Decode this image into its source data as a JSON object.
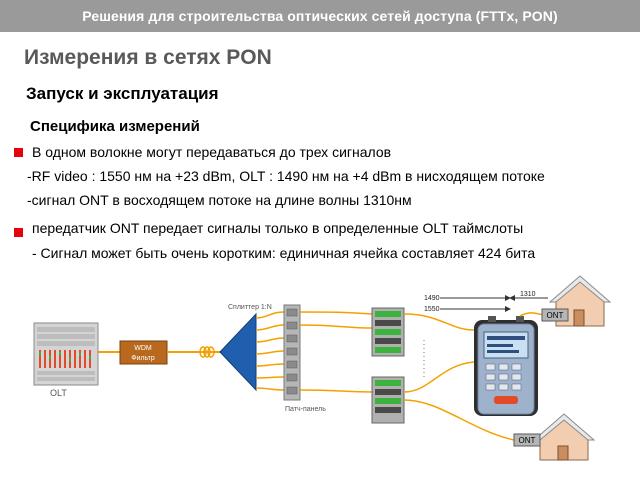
{
  "header": {
    "banner": "Решения для строительства оптических сетей доступа (FTTx, PON)",
    "title": "Измерения в сетях PON",
    "subtitle": "Запуск и эксплуатация",
    "section": "Специфика измерений"
  },
  "body": {
    "lines": [
      "В одном волокне могут передаваться до трех сигналов",
      "-RF video : 1550 нм на +23 dBm, OLT : 1490 нм на +4 dBm в нисходящем потоке",
      "-сигнал ONT в восходящем потоке на длине волны 1310нм",
      "передатчик ONT передает сигналы только в определенные OLT таймслоты",
      "- Сигнал может быть очень коротким: единичная ячейка составляет 424 бита"
    ]
  },
  "diagram": {
    "olt_label": "OLT",
    "wdm_label_1": "WDM",
    "wdm_label_2": "Фильтр",
    "splitter_label": "Сплиттер 1:N",
    "patch_label": "Патч-панель",
    "wl_1490": "1490",
    "wl_1550": "1550",
    "wl_1310": "1310",
    "ont_top": "ONT",
    "ont_bottom": "ONT"
  },
  "colors": {
    "banner_bg": "#9a9a9a",
    "bullet": "#e8000a",
    "fiber": "#f5a000",
    "splitter": "#1f5fae",
    "wdm": "#b8691e",
    "house": "#f2cdb0"
  }
}
